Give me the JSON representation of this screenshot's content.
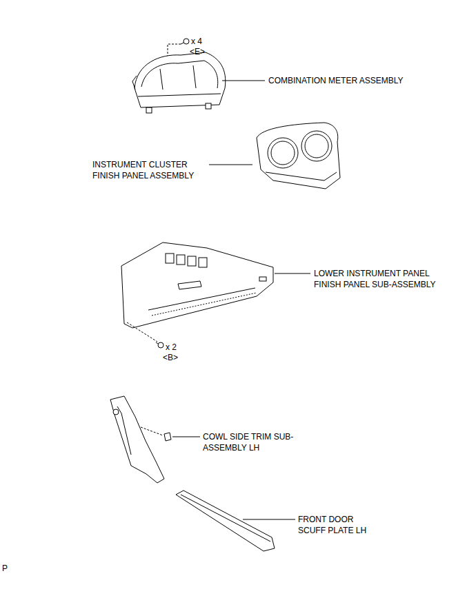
{
  "diagram": {
    "labels": [
      "x 4",
      "<E>",
      "COMBINATION METER ASSEMBLY",
      "INSTRUMENT CLUSTER FINISH PANEL ASSEMBLY",
      "LOWER INSTRUMENT PANEL FINISH PANEL SUB-ASSEMBLY",
      "x 2",
      "<B>",
      "COWL SIDE TRIM SUB-ASSEMBLY LH",
      "FRONT DOOR SCUFF PLATE LH",
      "P"
    ]
  }
}
